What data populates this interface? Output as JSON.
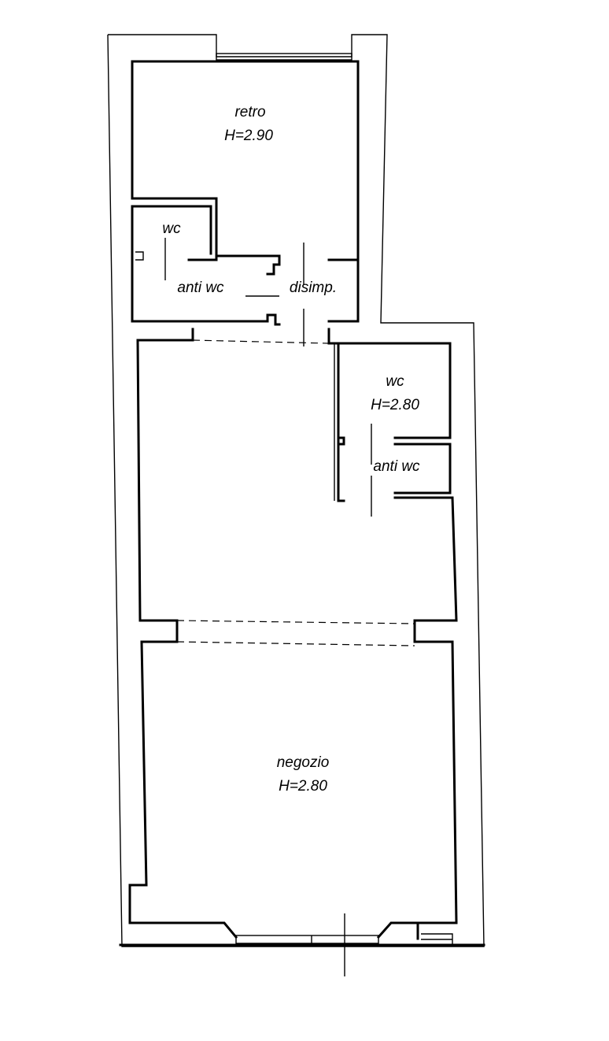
{
  "rooms": {
    "retro": {
      "name": "retro",
      "height": "H=2.90"
    },
    "wc_top": {
      "name": "wc"
    },
    "anti_wc_top": {
      "name": "anti wc"
    },
    "disimp": {
      "name": "disimp."
    },
    "wc_right": {
      "name": "wc",
      "height": "H=2.80"
    },
    "anti_wc_right": {
      "name": "anti wc"
    },
    "negozio": {
      "name": "negozio",
      "height": "H=2.80"
    }
  }
}
